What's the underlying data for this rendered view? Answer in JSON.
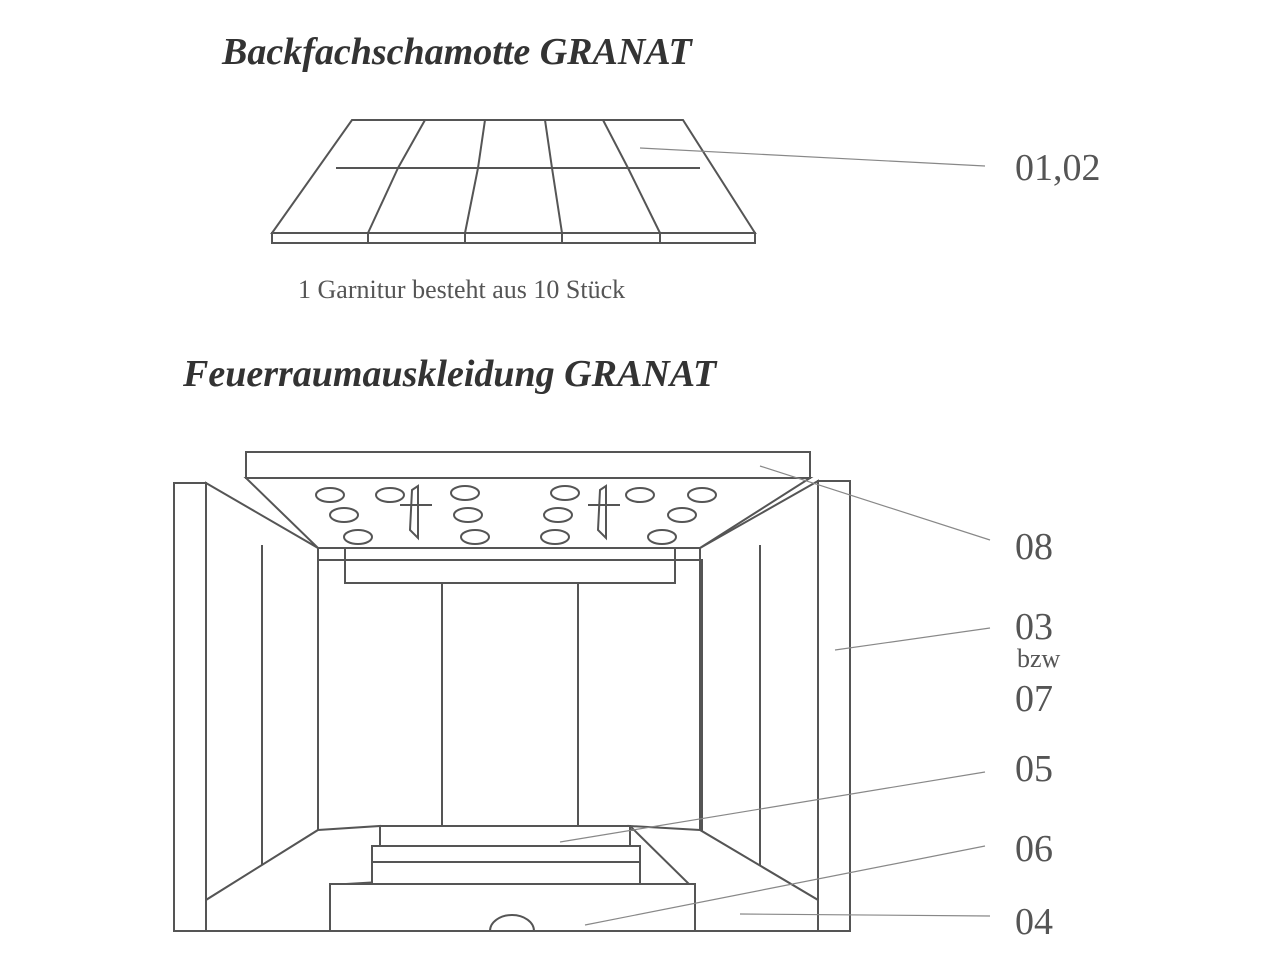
{
  "section1": {
    "title": "Backfachschamotte GRANAT",
    "part_label": "01,02",
    "caption": "1 Garnitur besteht aus 10 Stück"
  },
  "section2": {
    "title": "Feuerraumauskleidung GRANAT",
    "labels": {
      "top_plate": "08",
      "side_wall": "03",
      "side_wall_alt_word": "bzw",
      "side_wall_alt": "07",
      "step_upper": "05",
      "step_lower": "06",
      "floor": "04"
    }
  }
}
